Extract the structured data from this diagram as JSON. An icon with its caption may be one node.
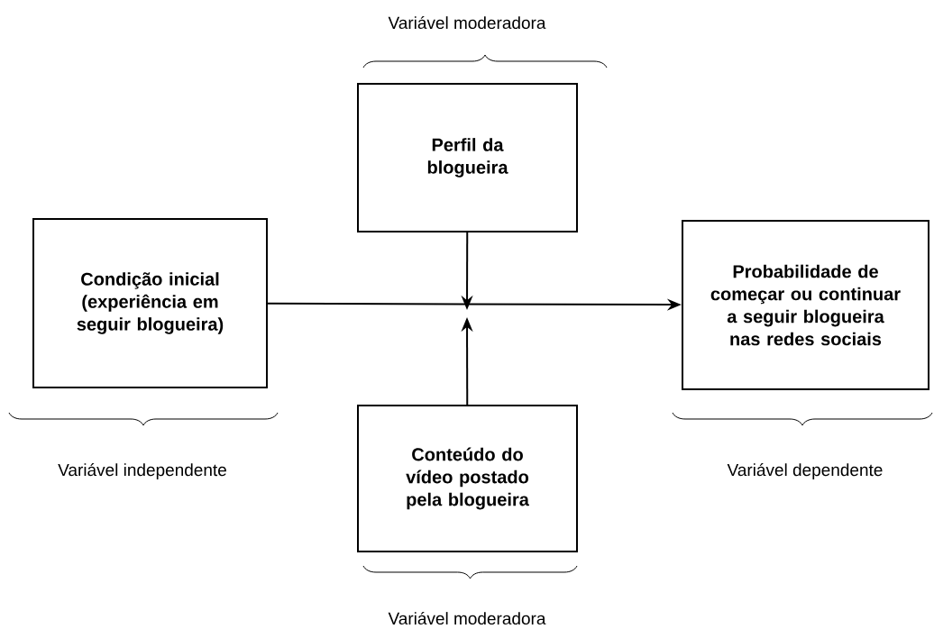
{
  "diagram": {
    "nodes": [
      {
        "text": [
          "Perfil da blogueira"
        ]
      },
      {
        "text": [
          "Condição inicial (experiência em seguir blogueira)"
        ]
      },
      {
        "text": [
          "Probabilidade de começar ou continuar a seguir blogueira nas redes sociais"
        ]
      },
      {
        "text": [
          "Conteúdo do vídeo postado pela blogueira"
        ]
      }
    ],
    "edges": [
      {
        "from": 1,
        "to": 2,
        "arrow": "to"
      },
      {
        "from": 0,
        "to": null,
        "arrow": "to"
      },
      {
        "from": 3,
        "to": null,
        "arrow": "to"
      }
    ],
    "labels": [
      "Variável moderadora",
      "Variável independente",
      "Variável dependente",
      "Variável moderadora"
    ]
  }
}
